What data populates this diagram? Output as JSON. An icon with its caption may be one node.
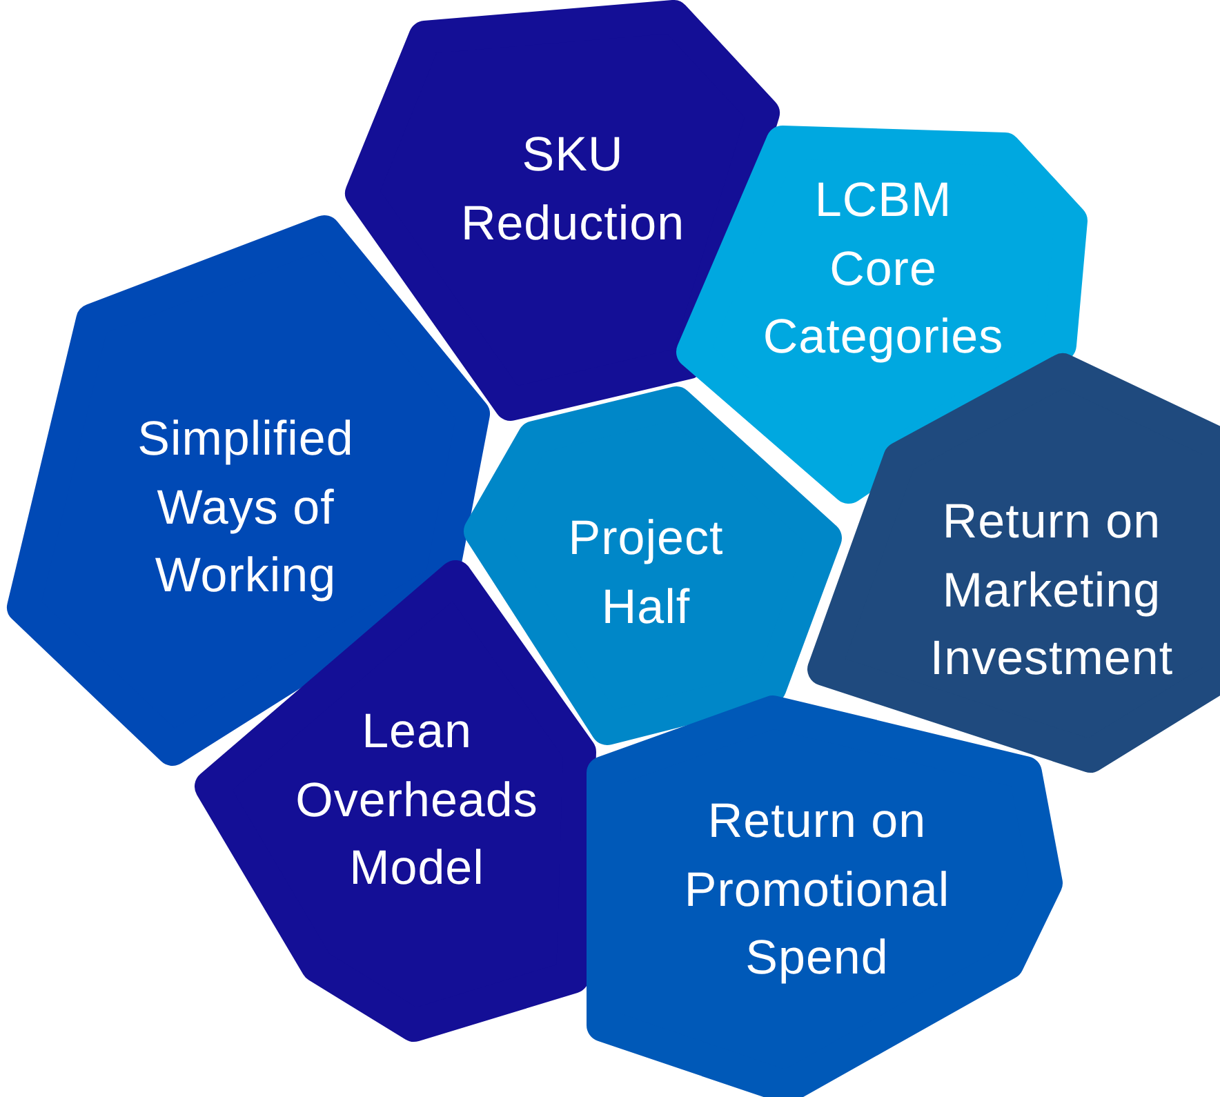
{
  "diagram": {
    "nodes": [
      {
        "text": [
          "SKU Reduction"
        ]
      },
      {
        "text": [
          "LCBM Core Categories"
        ]
      },
      {
        "text": [
          "Simplified Ways of Working"
        ]
      },
      {
        "text": [
          "Project Half"
        ]
      },
      {
        "text": [
          "Return on Marketing Investment"
        ]
      },
      {
        "text": [
          "Lean Overheads Model"
        ]
      },
      {
        "text": [
          "Return on Promotional Spend"
        ]
      }
    ]
  }
}
